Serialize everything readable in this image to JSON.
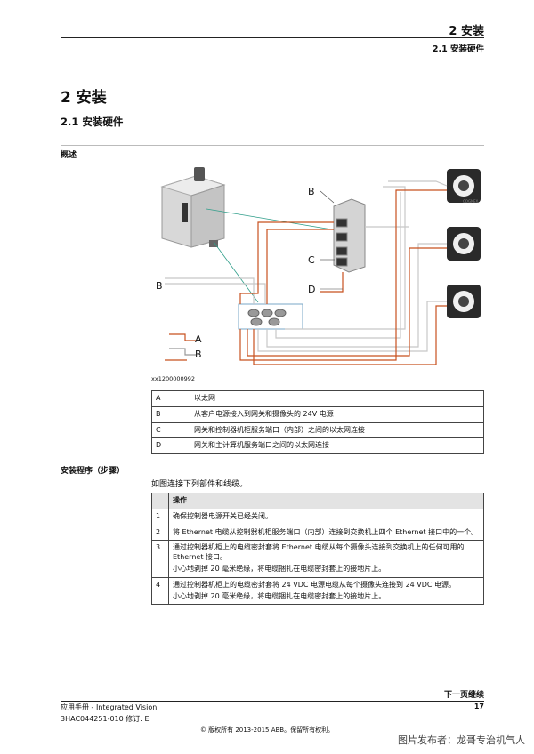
{
  "header": {
    "chapter_title": "2 安装",
    "section_title": "2.1 安装硬件"
  },
  "heading1": "2 安装",
  "heading2": "2.1 安装硬件",
  "overview_label": "概述",
  "figure": {
    "id": "xx1200000992",
    "labels": {
      "B_top": "B",
      "C": "C",
      "D": "D",
      "B_left": "B",
      "A_legend": "A",
      "B_legend": "B"
    },
    "camera_brand": "COGNEX"
  },
  "legend_table": [
    {
      "key": "A",
      "desc": "以太网"
    },
    {
      "key": "B",
      "desc": "从客户电源接入到网关和摄像头的 24V 电源"
    },
    {
      "key": "C",
      "desc": "网关和控制器机柜服务端口（内部）之间的以太网连接"
    },
    {
      "key": "D",
      "desc": "网关和主计算机服务端口之间的以太网连接"
    }
  ],
  "procedure": {
    "label": "安装程序（步骤）",
    "intro": "如图连接下列部件和线缆。",
    "column_header": "操作",
    "steps": [
      {
        "num": "1",
        "text": "确保控制器电源开关已经关闭。",
        "note": ""
      },
      {
        "num": "2",
        "text": "将 Ethernet 电缆从控制器机柜服务端口（内部）连接到交换机上四个 Ethernet 接口中的一个。",
        "note": ""
      },
      {
        "num": "3",
        "text": "通过控制器机柜上的电缆密封套将 Ethernet 电缆从每个摄像头连接到交换机上的任何可用的 Ethernet 接口。",
        "note": "小心地剥掉 20 毫米绝缘，将电缆捆扎在电缆密封套上的接地片上。"
      },
      {
        "num": "4",
        "text": "通过控制器机柜上的电缆密封套将 24 VDC 电源电缆从每个摄像头连接到 24 VDC 电源。",
        "note": "小心地剥掉 20 毫米绝缘，将电缆捆扎在电缆密封套上的接地片上。"
      }
    ]
  },
  "footer": {
    "continued": "下一页继续",
    "manual": "应用手册 - Integrated Vision",
    "doc_id": "3HAC044251-010 修订: E",
    "page": "17",
    "copyright": "© 版权所有 2013-2015 ABB。保留所有权利。",
    "watermark": "图片发布者：龙哥专治机气人"
  },
  "colors": {
    "ethernet": "#d7d7d7",
    "power": "#c8501e",
    "teal": "#2f9e8a"
  }
}
